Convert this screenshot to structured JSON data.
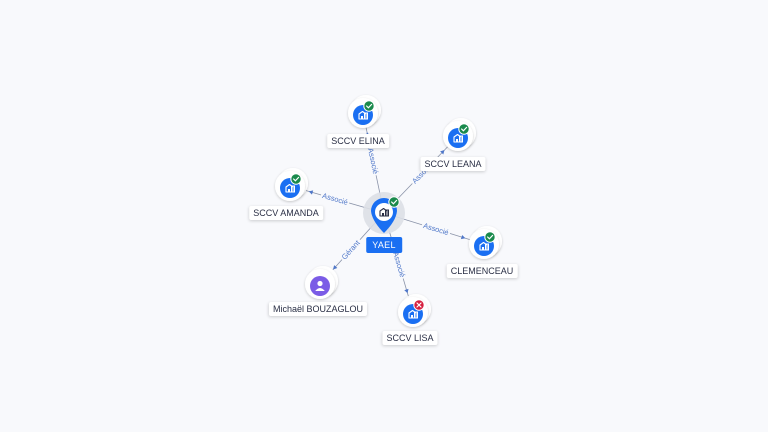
{
  "center": {
    "name": "YAEL",
    "status": "active"
  },
  "nodes": [
    {
      "id": "elina",
      "name": "SCCV ELINA",
      "relation": "Associé",
      "kind": "company",
      "status": "active"
    },
    {
      "id": "leana",
      "name": "SCCV LEANA",
      "relation": "Associé",
      "kind": "company",
      "status": "active"
    },
    {
      "id": "amanda",
      "name": "SCCV AMANDA",
      "relation": "Associé",
      "kind": "company",
      "status": "active"
    },
    {
      "id": "clem",
      "name": "CLEMENCEAU",
      "relation": "Associé",
      "kind": "company",
      "status": "active"
    },
    {
      "id": "michael",
      "name": "Michaël BOUZAGLOU",
      "relation": "Gérant",
      "kind": "person",
      "status": "none"
    },
    {
      "id": "lisa",
      "name": "SCCV LISA",
      "relation": "Associé",
      "kind": "company",
      "status": "closed"
    }
  ],
  "colors": {
    "company": "#1a6ff2",
    "person": "#7b5ce6",
    "active": "#1a8a4c",
    "closed": "#d6203f",
    "edge": "#8a93a8",
    "edge_label": "#4f77c9"
  }
}
